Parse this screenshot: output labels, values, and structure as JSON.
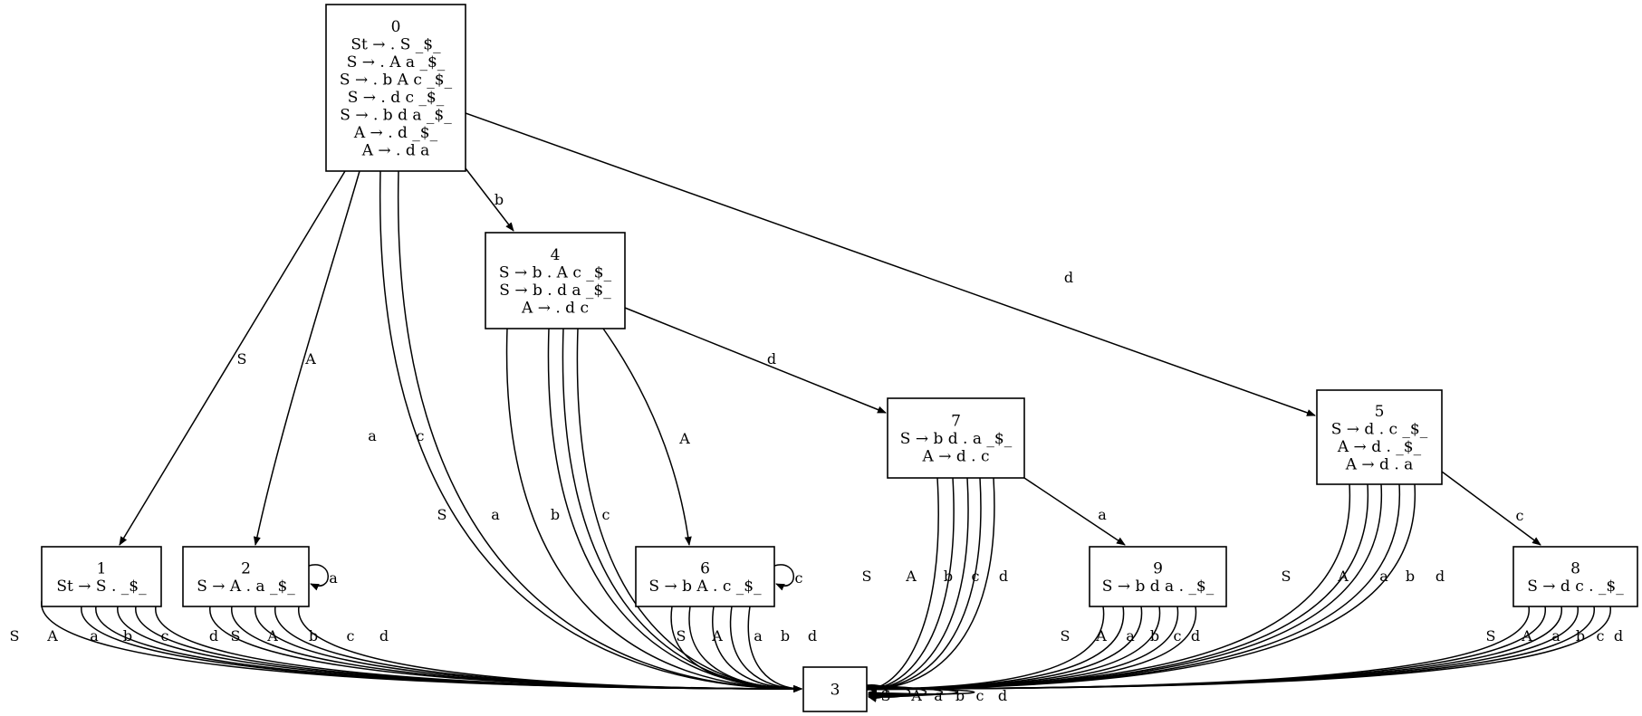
{
  "states": [
    {
      "id": "0",
      "items": [
        "St → . S   _$_",
        "S → . A a   _$_",
        "S → . b A c   _$_",
        "S → . d c   _$_",
        "S → . b d a   _$_",
        "A → . d   _$_",
        "A → . d   a"
      ]
    },
    {
      "id": "1",
      "items": [
        "St → S .   _$_"
      ]
    },
    {
      "id": "2",
      "items": [
        "S → A . a   _$_"
      ]
    },
    {
      "id": "3",
      "items": []
    },
    {
      "id": "4",
      "items": [
        "S → b . A c   _$_",
        "S → b . d a   _$_",
        "A → . d   c"
      ]
    },
    {
      "id": "5",
      "items": [
        "S → d . c   _$_",
        "A → d .   _$_",
        "A → d .   a"
      ]
    },
    {
      "id": "6",
      "items": [
        "S → b A . c   _$_"
      ]
    },
    {
      "id": "7",
      "items": [
        "S → b d . a   _$_",
        "A → d .   c"
      ]
    },
    {
      "id": "8",
      "items": [
        "S → d c .   _$_"
      ]
    },
    {
      "id": "9",
      "items": [
        "S → b d a .   _$_"
      ]
    }
  ],
  "transitions": [
    {
      "from": "0",
      "to": "1",
      "label": "S"
    },
    {
      "from": "0",
      "to": "2",
      "label": "A"
    },
    {
      "from": "0",
      "to": "3",
      "label": "a"
    },
    {
      "from": "0",
      "to": "3",
      "label": "c"
    },
    {
      "from": "0",
      "to": "4",
      "label": "b"
    },
    {
      "from": "0",
      "to": "5",
      "label": "d"
    },
    {
      "from": "4",
      "to": "3",
      "label": "S"
    },
    {
      "from": "4",
      "to": "3",
      "label": "a"
    },
    {
      "from": "4",
      "to": "3",
      "label": "b"
    },
    {
      "from": "4",
      "to": "3",
      "label": "c"
    },
    {
      "from": "4",
      "to": "6",
      "label": "A"
    },
    {
      "from": "4",
      "to": "7",
      "label": "d"
    },
    {
      "from": "7",
      "to": "3",
      "label": "S"
    },
    {
      "from": "7",
      "to": "3",
      "label": "A"
    },
    {
      "from": "7",
      "to": "3",
      "label": "b"
    },
    {
      "from": "7",
      "to": "3",
      "label": "c"
    },
    {
      "from": "7",
      "to": "3",
      "label": "d"
    },
    {
      "from": "7",
      "to": "9",
      "label": "a"
    },
    {
      "from": "5",
      "to": "3",
      "label": "S"
    },
    {
      "from": "5",
      "to": "3",
      "label": "A"
    },
    {
      "from": "5",
      "to": "3",
      "label": "a"
    },
    {
      "from": "5",
      "to": "3",
      "label": "b"
    },
    {
      "from": "5",
      "to": "3",
      "label": "d"
    },
    {
      "from": "5",
      "to": "8",
      "label": "c"
    },
    {
      "from": "1",
      "to": "3",
      "label": "S"
    },
    {
      "from": "1",
      "to": "3",
      "label": "A"
    },
    {
      "from": "1",
      "to": "3",
      "label": "a"
    },
    {
      "from": "1",
      "to": "3",
      "label": "b"
    },
    {
      "from": "1",
      "to": "3",
      "label": "c"
    },
    {
      "from": "1",
      "to": "3",
      "label": "d"
    },
    {
      "from": "2",
      "to": "2",
      "label": "a"
    },
    {
      "from": "2",
      "to": "3",
      "label": "S"
    },
    {
      "from": "2",
      "to": "3",
      "label": "A"
    },
    {
      "from": "2",
      "to": "3",
      "label": "b"
    },
    {
      "from": "2",
      "to": "3",
      "label": "c"
    },
    {
      "from": "2",
      "to": "3",
      "label": "d"
    },
    {
      "from": "6",
      "to": "6",
      "label": "c"
    },
    {
      "from": "6",
      "to": "3",
      "label": "S"
    },
    {
      "from": "6",
      "to": "3",
      "label": "A"
    },
    {
      "from": "6",
      "to": "3",
      "label": "a"
    },
    {
      "from": "6",
      "to": "3",
      "label": "b"
    },
    {
      "from": "6",
      "to": "3",
      "label": "d"
    },
    {
      "from": "9",
      "to": "3",
      "label": "S"
    },
    {
      "from": "9",
      "to": "3",
      "label": "A"
    },
    {
      "from": "9",
      "to": "3",
      "label": "a"
    },
    {
      "from": "9",
      "to": "3",
      "label": "b"
    },
    {
      "from": "9",
      "to": "3",
      "label": "c"
    },
    {
      "from": "9",
      "to": "3",
      "label": "d"
    },
    {
      "from": "8",
      "to": "3",
      "label": "S"
    },
    {
      "from": "8",
      "to": "3",
      "label": "A"
    },
    {
      "from": "8",
      "to": "3",
      "label": "a"
    },
    {
      "from": "8",
      "to": "3",
      "label": "b"
    },
    {
      "from": "8",
      "to": "3",
      "label": "c"
    },
    {
      "from": "8",
      "to": "3",
      "label": "d"
    },
    {
      "from": "3",
      "to": "3",
      "label": "S"
    },
    {
      "from": "3",
      "to": "3",
      "label": "A"
    },
    {
      "from": "3",
      "to": "3",
      "label": "a"
    },
    {
      "from": "3",
      "to": "3",
      "label": "b"
    },
    {
      "from": "3",
      "to": "3",
      "label": "c"
    },
    {
      "from": "3",
      "to": "3",
      "label": "d"
    }
  ]
}
